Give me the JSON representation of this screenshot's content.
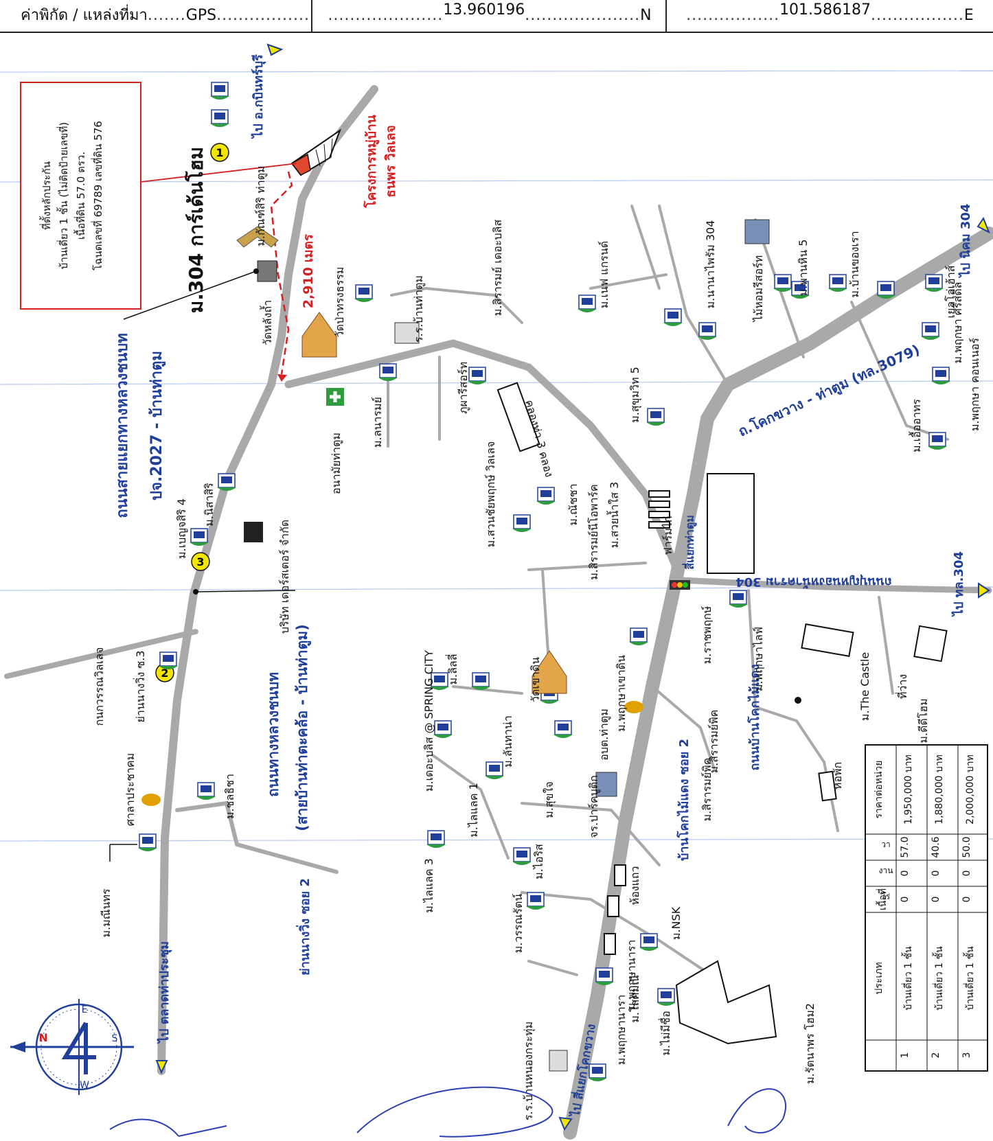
{
  "header": {
    "coord_label": "ค่าพิกัด / แหล่งที่มา",
    "source": "GPS",
    "latitude": "13.960196",
    "lat_suffix": "N",
    "longitude": "101.586187",
    "lon_suffix": "E"
  },
  "map": {
    "title": "ม.304 การ์เด้นโฮม",
    "subject_box": {
      "line1": "ที่ตั้งหลักประกัน",
      "line2": "บ้านเดี่ยว 1 ชั้น (ไม่ติดป้ายเลขที่)",
      "line3": "เนื้อที่ดิน 57.0 ตรว.",
      "line4": "โฉนดเลขที่ 69789 เลขที่ดิน 576"
    },
    "distance": "2,910 เมตร",
    "project_label": "โครงการหมู่บ้าน",
    "project_name": "ธนพร วิลเลจ",
    "road_labels": {
      "main_left_1": "ถนนสายแยกทางหลวงชนบท",
      "main_left_2": "ปจ.2027 - บ้านท่าตูม",
      "middle_1": "ถนนทางหลวงชนบท",
      "middle_2": "(สายบ้านท่าตะคล้อ - บ้านท่าตูม)",
      "soi_left": "ย่านนางวิ่ง ซอย 2",
      "road_3079": "ถ.โคกขวาง - ท่าตูม (ทล.3079)",
      "road_304": "ถนนบุญหนองหน้าคราม 304",
      "soi_right": "บ้านโคกไม้แดง ซอย 2",
      "road_mai_daeng": "ถนนบ้านโคกไม้แดง",
      "junction": "สี่แยกท่าตูม",
      "to_market": "ไป ตลาดท่าประชุม",
      "to_kabin": "ไป อ.กบินทร์บุรี",
      "to_nikhom": "ไป นิคม 304",
      "to_304": "ไป ทล.304",
      "to_khok_khwang": "ไป สี่แยกโคกขวาง",
      "khlong": "คลองท่า 3 คลอง"
    },
    "places": [
      "ม.กัณฑ์สิริ ท่าตูม",
      "วัดหลังถ้ำ",
      "วัดป่าทรงธรรม",
      "ร.ร.บ้านท่าตูม",
      "ม.สิรารมย์ เดอะบลิส",
      "ม.เนฟ แกรนด์",
      "ม.นานาไพรัม 304",
      "ไม้หอมรีสอร์ท",
      "ม.พานหิน 5",
      "ม.บ้านของเรา",
      "เยลโล่เฮ้าส์",
      "ม.พฤกษา ศรีสดีล",
      "ม.พฤกษา คอนเนอร์",
      "ม.เอื้ออาทร",
      "ภูผารีสอร์ท",
      "ม.ลนารมย์",
      "อนามัยท่าตูม",
      "ม.สุขุมวิท 5",
      "ม.นิสาสิริ",
      "ม.เบญจสิริ 4",
      "บริษัท เดอร์สเตอร์ จำกัด",
      "ม.สวนชัยพฤกษ์ วิลเลจ",
      "ม.ณัชชา",
      "ม.สิรารมย์นีโอพาร์ค",
      "ม.สวยน้ำใส 3",
      "ฟาร์มไก่",
      "กนกวรรณวิลเลจ",
      "ย่านนางวิ่ง ซ.3",
      "ศาลาประชาคม",
      "ม.ชลธิชา",
      "ม.มณีนทร",
      "ม.เดอะบลิส @ SPRING CITY",
      "ม.ลิลลี่",
      "วัดเขาดิน",
      "ม.พฤกษาเขาดิน",
      "อบต.ท่าตูม",
      "ม.ลันทาน่า",
      "ม.สุขใจ",
      "จร.ปาร์คบูติก",
      "ม.ไลแลค 1",
      "ม.ไลแลค 3",
      "ม.ไอริส",
      "ม.วรรณรัตน์",
      "ม.ราชพฤกษ์",
      "ม.พฤกษาไลฟ์",
      "ม.The Castle",
      "ที่ว่าง",
      "ม.ดีดีโฮม",
      "หอพัก",
      "ม.สิรารมย์พิค",
      "ห้องแถว",
      "ม.NSK",
      "ม.รัตนาพร โฮม2",
      "ม.พฤกษานารา",
      "ม.โสศมณี",
      "ม.ไม่มีชื่อ",
      "ร.ร.บ้านหนองกระทุ่ม",
      "ม.พฤกษานารา",
      "ม.สิรารมย์พิค"
    ],
    "markers": [
      "1",
      "2",
      "3"
    ],
    "compass": {
      "n": "N",
      "e": "E",
      "s": "S",
      "w": "W"
    }
  },
  "table": {
    "headers": [
      "ประเภท",
      "เนื้อที่",
      "ไร่",
      "งาน",
      "วา",
      "ราคาต่อหน่วย"
    ],
    "rows": [
      {
        "no": "1",
        "type": "บ้านเดี่ยว 1 ชั้น",
        "rai": "0",
        "ngan": "0",
        "wa": "57.0",
        "price": "1,950,000 บาท"
      },
      {
        "no": "2",
        "type": "บ้านเดี่ยว 1 ชั้น",
        "rai": "0",
        "ngan": "0",
        "wa": "40.6",
        "price": "1,880,000 บาท"
      },
      {
        "no": "3",
        "type": "บ้านเดี่ยว 1 ชั้น",
        "rai": "0",
        "ngan": "0",
        "wa": "50.0",
        "price": "2,000,000 บาท"
      }
    ]
  },
  "colors": {
    "road": "#a9a9a9",
    "blue_text": "#1f3f9a",
    "red": "#d62020",
    "gridline": "#9fb4e8"
  }
}
